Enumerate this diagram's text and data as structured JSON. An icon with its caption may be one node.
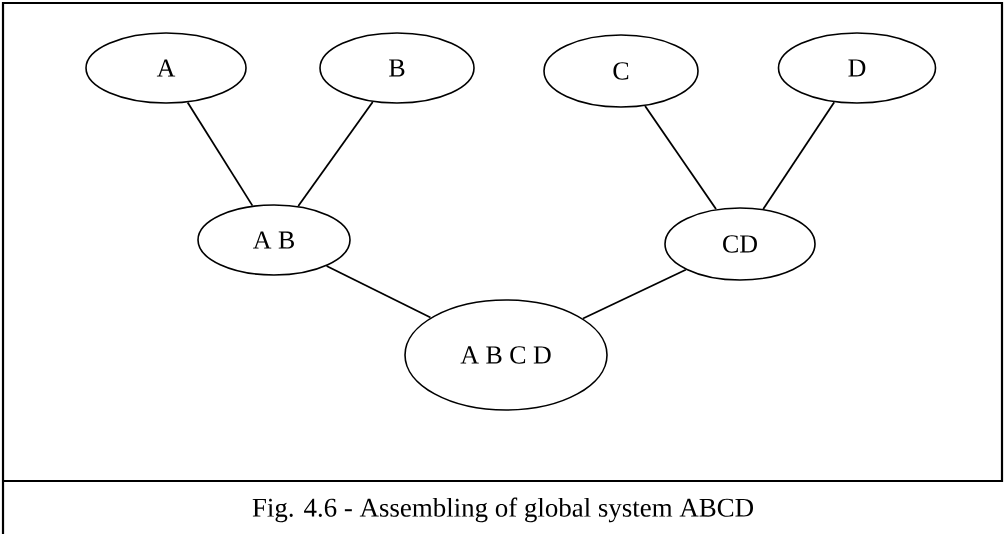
{
  "diagram": {
    "caption": "Fig. 4.6 - Assembling of global system ABCD",
    "nodes": [
      {
        "text": [
          "A"
        ]
      },
      {
        "text": [
          "B"
        ]
      },
      {
        "text": [
          "C"
        ]
      },
      {
        "text": [
          "D"
        ]
      },
      {
        "text": [
          "A B"
        ]
      },
      {
        "text": [
          "CD"
        ]
      },
      {
        "text": [
          "A B C D"
        ]
      }
    ],
    "edges": [
      {
        "from": 0,
        "to": 4,
        "arrow": "none"
      },
      {
        "from": 1,
        "to": 4,
        "arrow": "none"
      },
      {
        "from": 2,
        "to": 5,
        "arrow": "none"
      },
      {
        "from": 3,
        "to": 5,
        "arrow": "none"
      },
      {
        "from": 4,
        "to": 6,
        "arrow": "none"
      },
      {
        "from": 5,
        "to": 6,
        "arrow": "none"
      }
    ]
  }
}
